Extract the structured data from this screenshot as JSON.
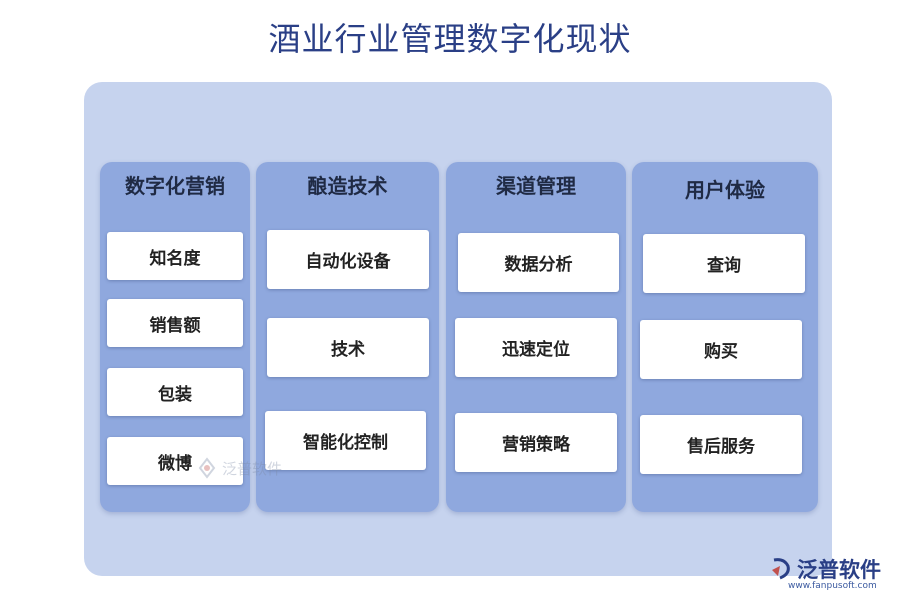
{
  "title": "酒业行业管理数字化现状",
  "columns": [
    {
      "title": "数字化营销",
      "items": [
        "知名度",
        "销售额",
        "包装",
        "微博"
      ]
    },
    {
      "title": "酿造技术",
      "items": [
        "自动化设备",
        "技术",
        "智能化控制"
      ]
    },
    {
      "title": "渠道管理",
      "items": [
        "数据分析",
        "迅速定位",
        "营销策略"
      ]
    },
    {
      "title": "用户体验",
      "items": [
        "查询",
        "购买",
        "售后服务"
      ]
    }
  ],
  "watermark": {
    "text": "泛普软件",
    "icon": "fanpu-logo-icon"
  },
  "brand": {
    "name": "泛普软件",
    "url": "www.fanpusoft.com",
    "icon": "fanpu-logo-icon"
  },
  "colors": {
    "title": "#2a3f86",
    "panel": "#c6d3ee",
    "column": "#8fa8de",
    "card": "#ffffff"
  }
}
